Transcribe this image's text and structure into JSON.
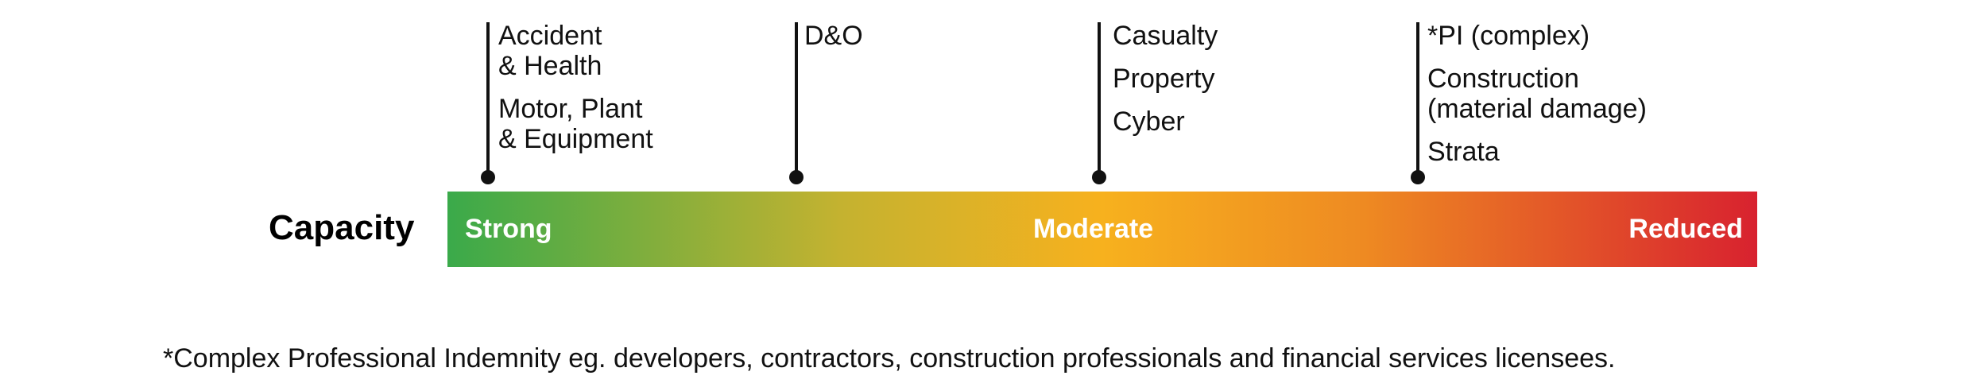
{
  "row_label": "Capacity",
  "scale": {
    "labels": {
      "start": "Strong",
      "middle": "Moderate",
      "end": "Reduced"
    },
    "colors": {
      "start": "#3aaa4a",
      "middle": "#f7b11e",
      "end": "#d8222f"
    }
  },
  "markers": [
    {
      "items": [
        "Accident\n& Health",
        "Motor, Plant\n& Equipment"
      ]
    },
    {
      "items": [
        "D&O"
      ]
    },
    {
      "items": [
        "Casualty",
        "Property",
        "Cyber"
      ]
    },
    {
      "items": [
        "*PI (complex)",
        "Construction\n(material damage)",
        "Strata"
      ]
    }
  ],
  "footnote": "*Complex Professional Indemnity eg. developers, contractors, construction professionals and financial services licensees."
}
